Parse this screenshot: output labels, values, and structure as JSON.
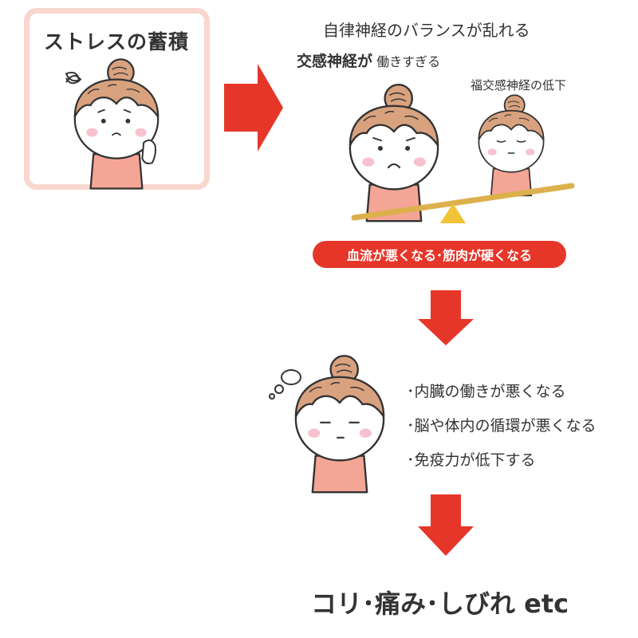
{
  "stress": {
    "title": "ストレスの蓄積"
  },
  "balance": {
    "heading": "自律神経のバランスが乱れる",
    "sympathetic_name": "交感神経が",
    "sympathetic_state": "働きすぎる",
    "parasympathetic": "福交感神経の低下"
  },
  "effect_pill": "血流が悪くなる･筋肉が硬くなる",
  "symptoms": [
    "･内臓の働きが悪くなる",
    "･脳や体内の循環が悪くなる",
    "･免疫力が低下する"
  ],
  "result": "コリ･痛み･しびれ etc",
  "colors": {
    "arrow_red": "#e63629",
    "box_border": "#f9d6d0",
    "hair": "#d9a27f",
    "shirt": "#f4a596",
    "seesaw": "#dcb04c",
    "fulcrum": "#f0c338",
    "cheek": "#f7c2d0"
  }
}
